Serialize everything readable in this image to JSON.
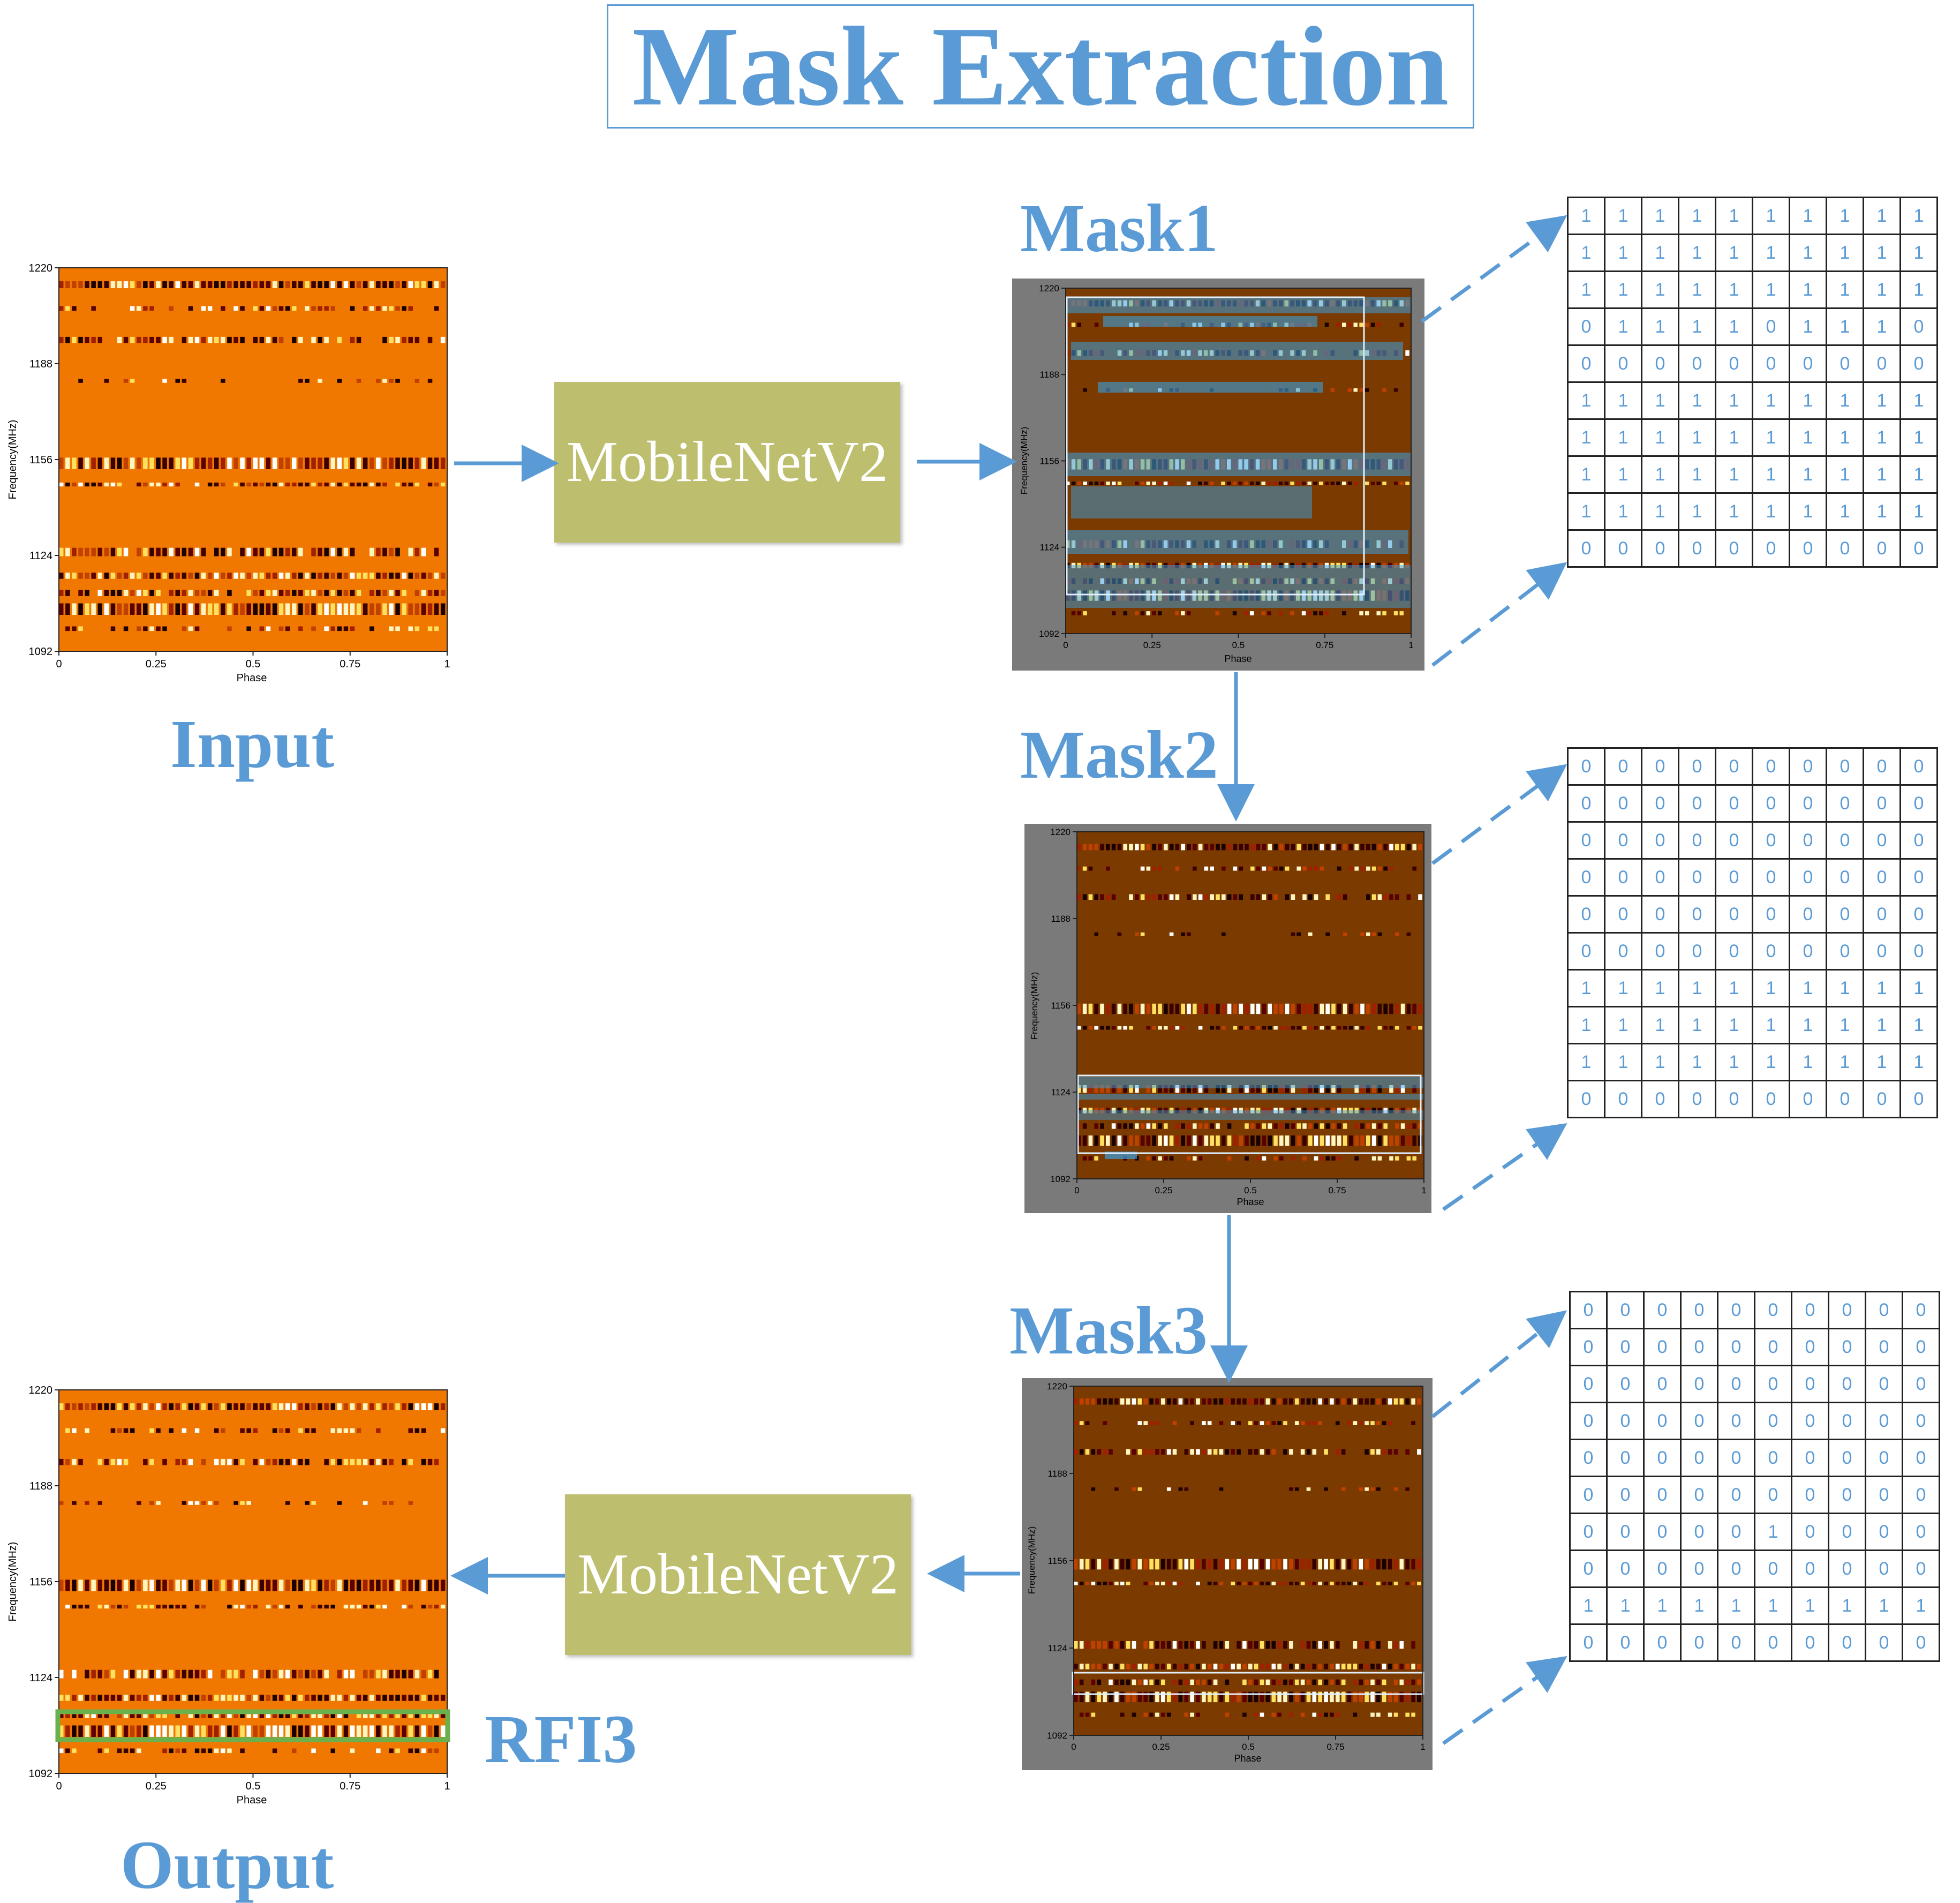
{
  "title": "Mask Extraction",
  "labels": {
    "input": "Input",
    "output": "Output",
    "mask1": "Mask1",
    "mask2": "Mask2",
    "mask3": "Mask3",
    "rfi": "RFI3"
  },
  "network": {
    "top": "MobileNetV2",
    "bottom": "MobileNetV2"
  },
  "plot_axes": {
    "xlabel": "Phase",
    "ylabel": "Frequency(MHz)",
    "xticks": [
      "0",
      "0.25",
      "0.5",
      "0.75",
      "1"
    ],
    "yticks": [
      "1220",
      "1188",
      "1156",
      "1124",
      "1092"
    ]
  },
  "matrices": {
    "mask1": [
      [
        1,
        1,
        1,
        1,
        1,
        1,
        1,
        1,
        1,
        1
      ],
      [
        1,
        1,
        1,
        1,
        1,
        1,
        1,
        1,
        1,
        1
      ],
      [
        1,
        1,
        1,
        1,
        1,
        1,
        1,
        1,
        1,
        1
      ],
      [
        0,
        1,
        1,
        1,
        1,
        0,
        1,
        1,
        1,
        0
      ],
      [
        0,
        0,
        0,
        0,
        0,
        0,
        0,
        0,
        0,
        0
      ],
      [
        1,
        1,
        1,
        1,
        1,
        1,
        1,
        1,
        1,
        1
      ],
      [
        1,
        1,
        1,
        1,
        1,
        1,
        1,
        1,
        1,
        1
      ],
      [
        1,
        1,
        1,
        1,
        1,
        1,
        1,
        1,
        1,
        1
      ],
      [
        1,
        1,
        1,
        1,
        1,
        1,
        1,
        1,
        1,
        1
      ],
      [
        0,
        0,
        0,
        0,
        0,
        0,
        0,
        0,
        0,
        0
      ]
    ],
    "mask2": [
      [
        0,
        0,
        0,
        0,
        0,
        0,
        0,
        0,
        0,
        0
      ],
      [
        0,
        0,
        0,
        0,
        0,
        0,
        0,
        0,
        0,
        0
      ],
      [
        0,
        0,
        0,
        0,
        0,
        0,
        0,
        0,
        0,
        0
      ],
      [
        0,
        0,
        0,
        0,
        0,
        0,
        0,
        0,
        0,
        0
      ],
      [
        0,
        0,
        0,
        0,
        0,
        0,
        0,
        0,
        0,
        0
      ],
      [
        0,
        0,
        0,
        0,
        0,
        0,
        0,
        0,
        0,
        0
      ],
      [
        1,
        1,
        1,
        1,
        1,
        1,
        1,
        1,
        1,
        1
      ],
      [
        1,
        1,
        1,
        1,
        1,
        1,
        1,
        1,
        1,
        1
      ],
      [
        1,
        1,
        1,
        1,
        1,
        1,
        1,
        1,
        1,
        1
      ],
      [
        0,
        0,
        0,
        0,
        0,
        0,
        0,
        0,
        0,
        0
      ]
    ],
    "mask3": [
      [
        0,
        0,
        0,
        0,
        0,
        0,
        0,
        0,
        0,
        0
      ],
      [
        0,
        0,
        0,
        0,
        0,
        0,
        0,
        0,
        0,
        0
      ],
      [
        0,
        0,
        0,
        0,
        0,
        0,
        0,
        0,
        0,
        0
      ],
      [
        0,
        0,
        0,
        0,
        0,
        0,
        0,
        0,
        0,
        0
      ],
      [
        0,
        0,
        0,
        0,
        0,
        0,
        0,
        0,
        0,
        0
      ],
      [
        0,
        0,
        0,
        0,
        0,
        0,
        0,
        0,
        0,
        0
      ],
      [
        0,
        0,
        0,
        0,
        0,
        1,
        0,
        0,
        0,
        0
      ],
      [
        0,
        0,
        0,
        0,
        0,
        0,
        0,
        0,
        0,
        0
      ],
      [
        1,
        1,
        1,
        1,
        1,
        1,
        1,
        1,
        1,
        1
      ],
      [
        0,
        0,
        0,
        0,
        0,
        0,
        0,
        0,
        0,
        0
      ]
    ]
  },
  "colors": {
    "accent": "#5b9bd5",
    "network_box": "#bdbf6f",
    "plot_bg": "#f07800",
    "mask_bg": "#7a7a7a",
    "rfi_box": "#6ab04c"
  }
}
